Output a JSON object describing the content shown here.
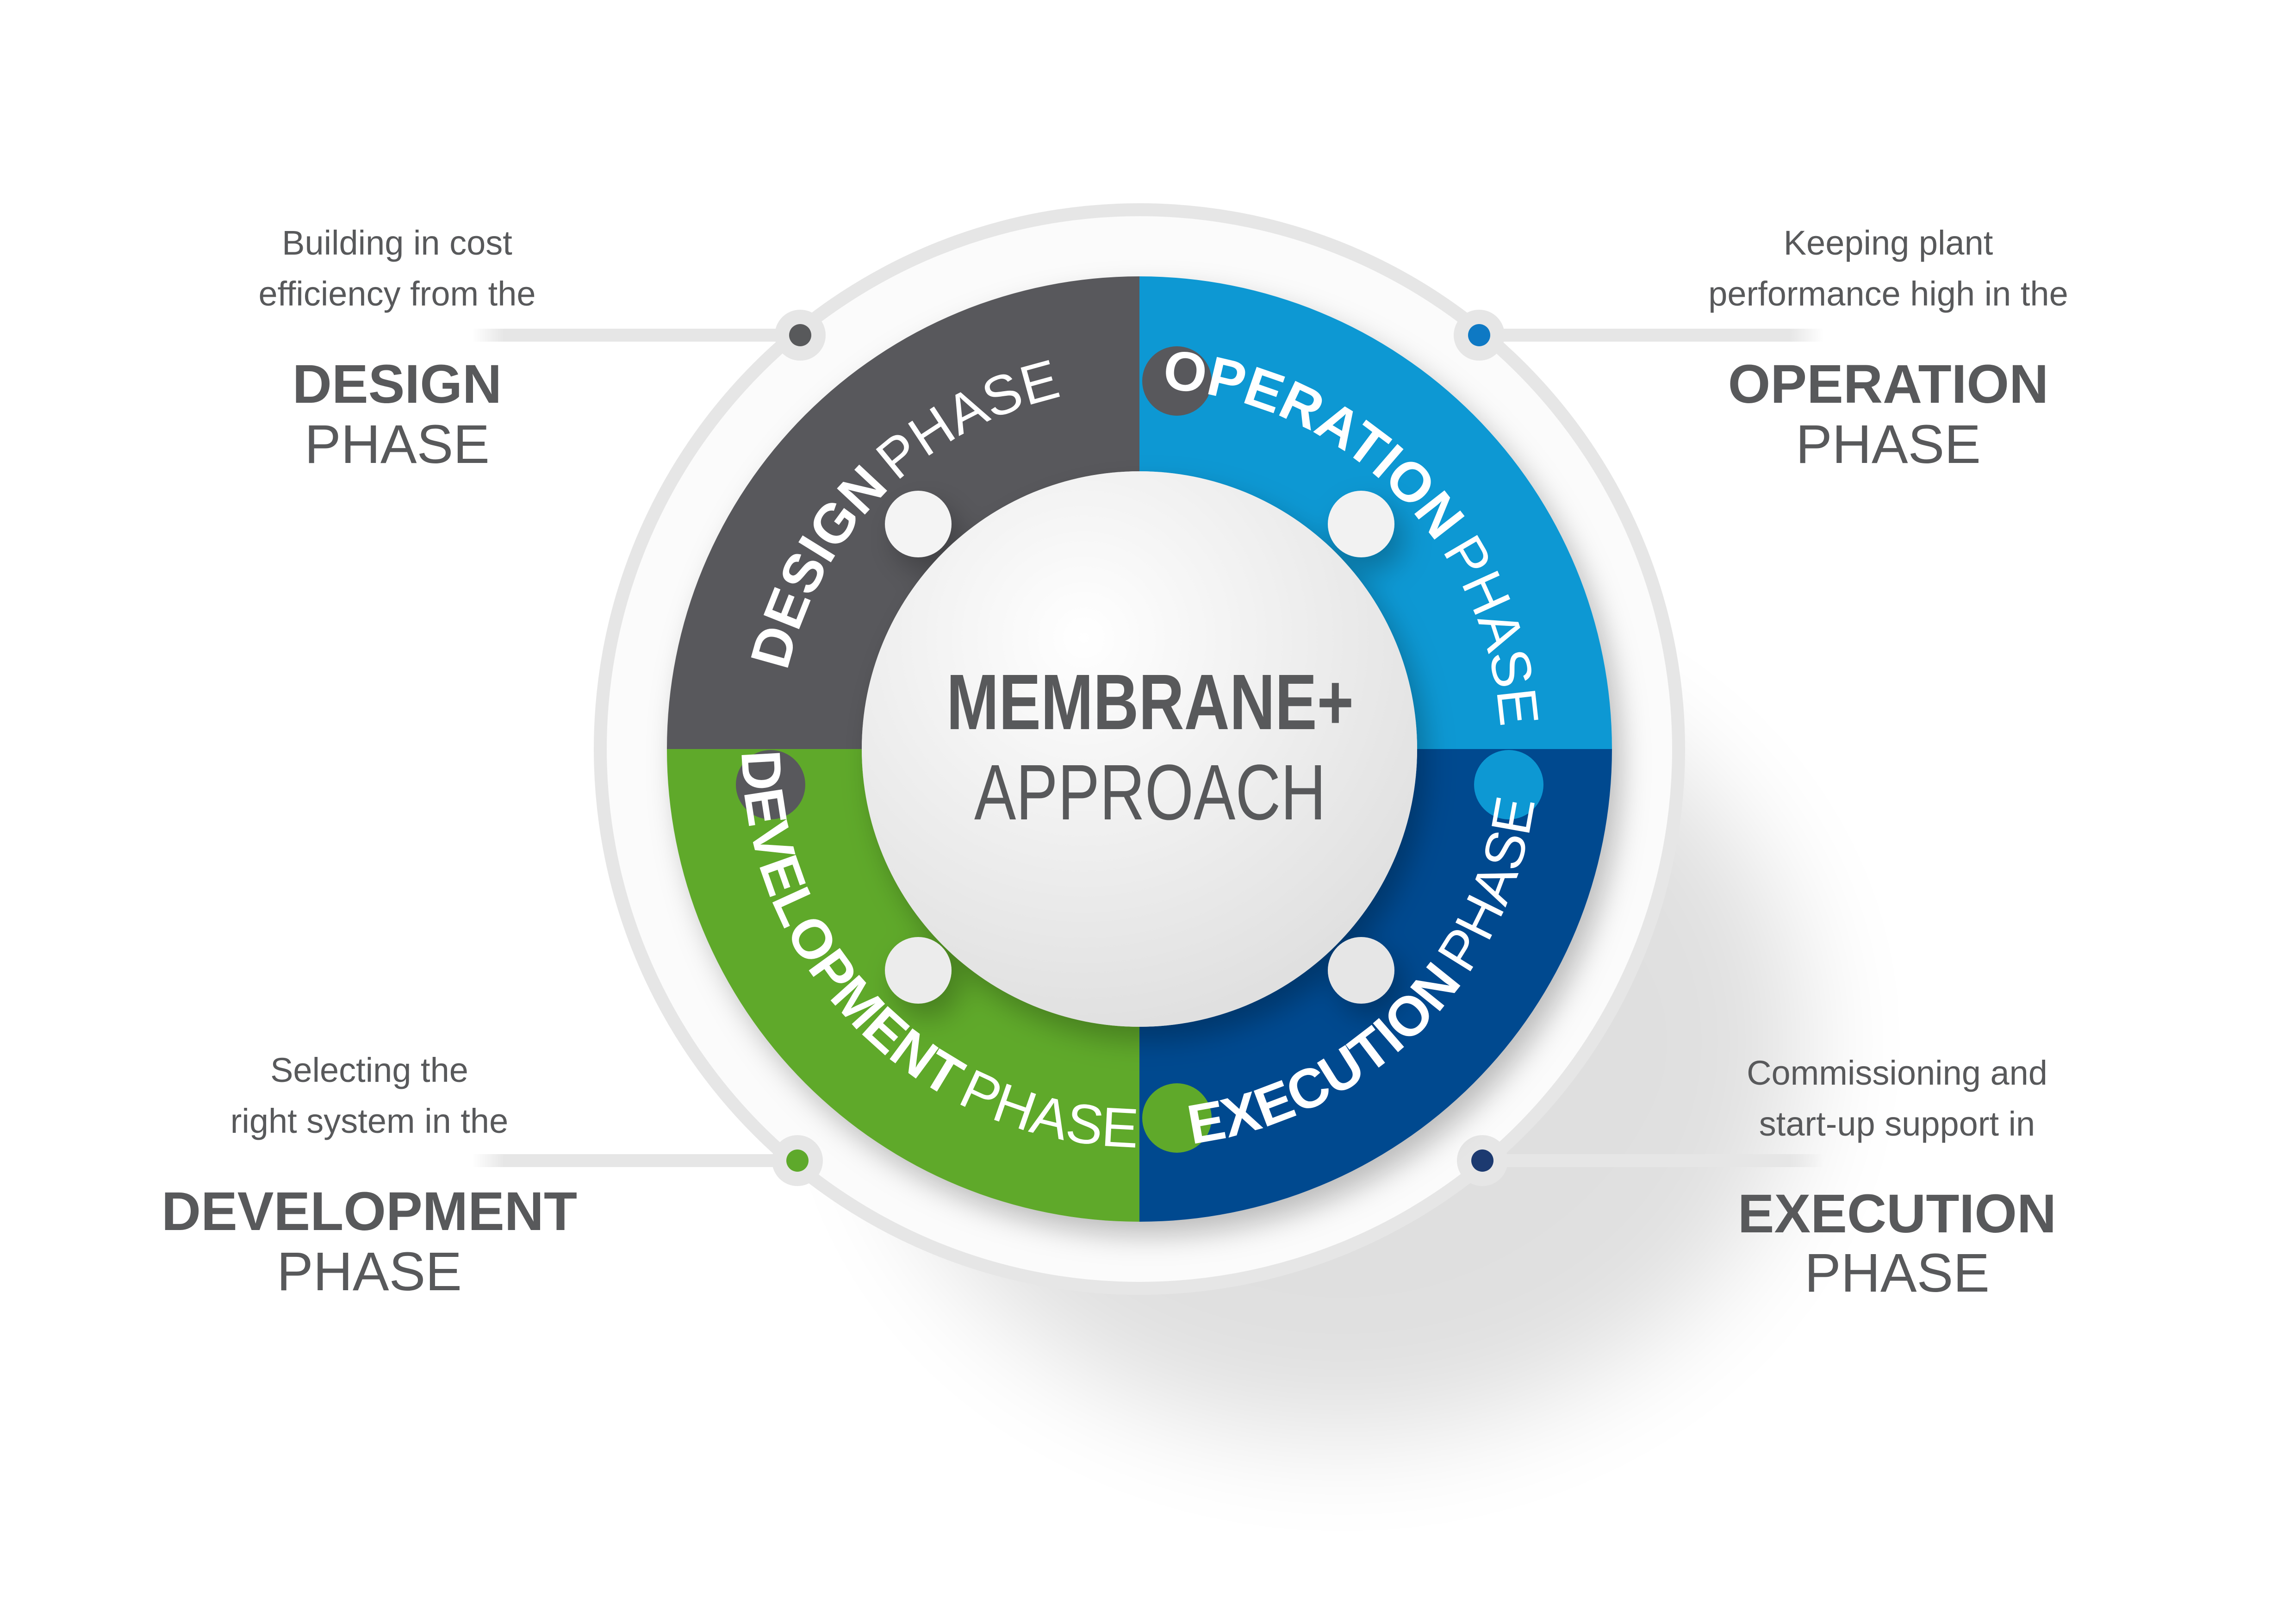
{
  "center": {
    "title": "MEMBRANE+",
    "subtitle": "APPROACH"
  },
  "colors": {
    "design": "#58595b",
    "operation": "#0e98d3",
    "execution": "#004a8f",
    "development": "#5ea92b",
    "text": "#58595b"
  },
  "phases": {
    "design": {
      "desc": [
        "Building in cost",
        "efficiency from the"
      ],
      "name": "DESIGN",
      "suffix": "PHASE"
    },
    "operation": {
      "desc": [
        "Keeping plant",
        "performance high in the"
      ],
      "name": "OPERATION",
      "suffix": "PHASE"
    },
    "development": {
      "desc": [
        "Selecting the",
        "right system in the"
      ],
      "name": "DEVELOPMENT",
      "suffix": "PHASE"
    },
    "execution": {
      "desc": [
        "Commissioning and",
        "start-up support in"
      ],
      "name": "EXECUTION",
      "suffix": "PHASE"
    }
  }
}
